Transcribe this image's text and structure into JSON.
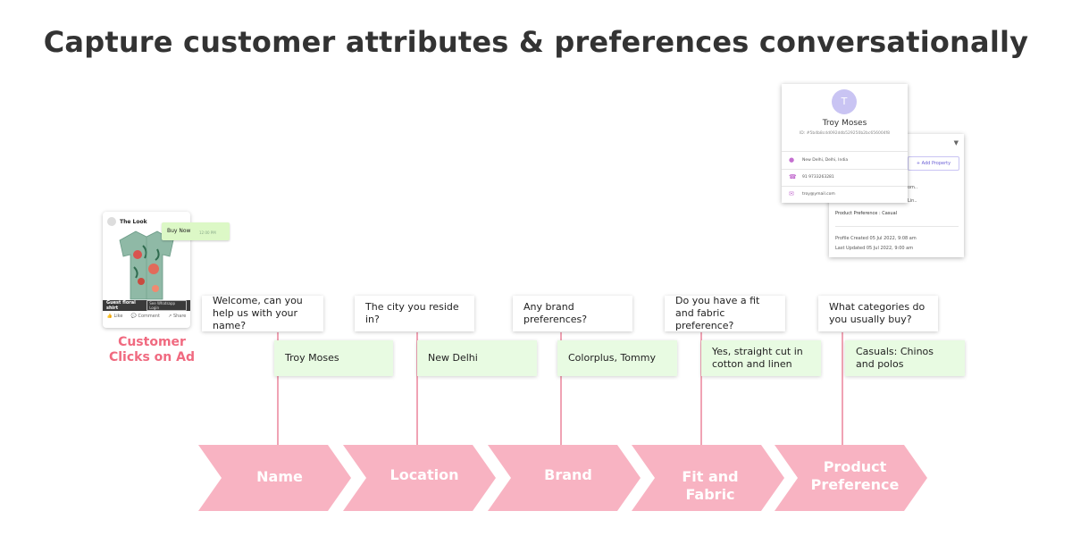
{
  "title": "Capture customer attributes & preferences conversationally",
  "ad": {
    "brand": "The Look",
    "product": "Guest floral shirt",
    "bar_button": "See Whatsapp Login",
    "like": "Like",
    "comment": "Comment",
    "share": "Share",
    "buy_now": "Buy Now",
    "buy_time": "12:00 PM"
  },
  "customer_caption_line1": "Customer",
  "customer_caption_line2": "Clicks on Ad",
  "profile": {
    "avatar_letter": "T",
    "name": "Troy Moses",
    "id": "ID: #5b4b8cdd092ddb529250b2bc656004f8",
    "location": "New Delhi, Delhi, India",
    "phone": "91 9733263281",
    "email": "troy@ymail.com",
    "add_property": "+ Add Property",
    "snippet1": "om..",
    "snippet2": "Lin..",
    "product_preference": "Product Preference : Casual",
    "created": "Profile Created 05 Jul 2022, 9:08 am",
    "updated": "Last Updated 05 Jul 2022, 9:00 am"
  },
  "steps": [
    {
      "question": "Welcome, can you help us with your name?",
      "answer": "Troy Moses",
      "label": "Name"
    },
    {
      "question": "The city you reside in?",
      "answer": "New Delhi",
      "label": "Location"
    },
    {
      "question": "Any brand preferences?",
      "answer": "Colorplus, Tommy",
      "label": "Brand"
    },
    {
      "question": "Do you have a fit and fabric preference?",
      "answer": "Yes, straight cut in cotton and linen",
      "label": "Fit and Fabric"
    },
    {
      "question": "What categories do you usually buy?",
      "answer": "Casuals: Chinos and polos",
      "label": "Product Preference"
    }
  ],
  "colors": {
    "chevron": "#f8b3c2",
    "connector": "#f0a3b4",
    "answer_bg": "#e8fbe2",
    "accent": "#f06a80"
  }
}
